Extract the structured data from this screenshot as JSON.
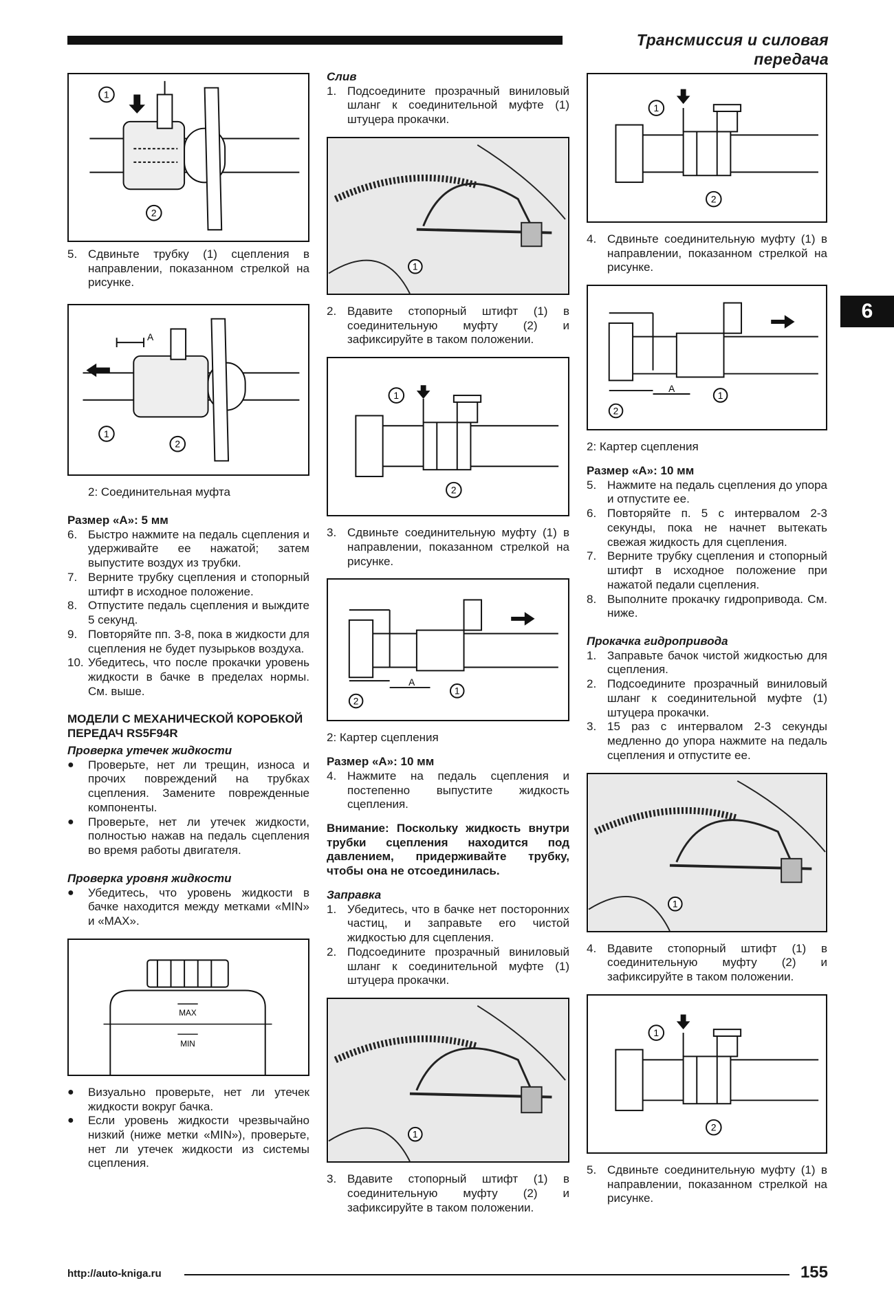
{
  "header": {
    "title": "Трансмиссия и силовая передача"
  },
  "section_tab": "6",
  "col1": {
    "step5": {
      "n": "5.",
      "text": "Сдвиньте трубку (1) сцепления в направлении, показанном стрелкой на рисунке."
    },
    "fig2_caption": "2: Соединительная муфта",
    "size_a": "Размер «А»: 5 мм",
    "steps": [
      {
        "n": "6.",
        "text": "Быстро нажмите на педаль сцепления и удерживайте ее нажатой; затем выпустите воздух из трубки."
      },
      {
        "n": "7.",
        "text": "Верните трубку сцепления и стопорный штифт в исходное положение."
      },
      {
        "n": "8.",
        "text": "Отпустите педаль сцепления и выждите 5 секунд."
      },
      {
        "n": "9.",
        "text": "Повторяйте пп. 3-8, пока в жидкости для сцепления не будет пузырьков воздуха."
      },
      {
        "n": "10.",
        "text": "Убедитесь, что после прокачки уровень жидкости в бачке в пределах нормы. См. выше."
      }
    ],
    "models_heading": "МОДЕЛИ С МЕХАНИЧЕСКОЙ КОРОБКОЙ ПЕРЕДАЧ RS5F94R",
    "leak_heading": "Проверка утечек жидкости",
    "leak_bullets": [
      "Проверьте, нет ли трещин, износа и прочих повреждений на трубках сцепления. Замените поврежденные компоненты.",
      "Проверьте, нет ли утечек жидкости, полностью нажав на педаль сцепления во время работы двигателя."
    ],
    "level_heading": "Проверка уровня жидкости",
    "level_bullets": [
      "Убедитесь, что уровень жидкости в бачке находится между метками «MIN» и «MAX»."
    ],
    "tank_max": "MAX",
    "tank_min": "MIN",
    "after_bullets": [
      "Визуально проверьте, нет ли утечек жидкости вокруг бачка.",
      "Если уровень жидкости чрезвычайно низкий (ниже метки «MIN»), проверьте, нет ли утечек жидкости из системы сцепления."
    ]
  },
  "col2": {
    "drain_heading": "Слив",
    "drain_step1": {
      "n": "1.",
      "text": "Подсоедините прозрачный виниловый шланг к соединительной муфте (1) штуцера прокачки."
    },
    "step2": {
      "n": "2.",
      "text": "Вдавите стопорный штифт (1) в соединительную муфту (2) и зафиксируйте в таком положении."
    },
    "step3": {
      "n": "3.",
      "text": "Сдвиньте соединительную муфту (1) в направлении, показанном стрелкой на рисунке."
    },
    "fig_caption": "2: Картер сцепления",
    "size_a": "Размер «А»: 10 мм",
    "step4": {
      "n": "4.",
      "text": "Нажмите на педаль сцепления и постепенно выпустите жидкость сцепления."
    },
    "warning": "Внимание: Поскольку жидкость внутри трубки сцепления находится под давлением, придерживайте трубку, чтобы она не отсоединилась.",
    "fill_heading": "Заправка",
    "fill_steps": [
      {
        "n": "1.",
        "text": "Убедитесь, что в бачке нет посторонних частиц, и заправьте его чистой жидкостью для сцепления."
      },
      {
        "n": "2.",
        "text": "Подсоедините прозрачный виниловый шланг к соединительной муфте (1) штуцера прокачки."
      }
    ],
    "fill_step3": {
      "n": "3.",
      "text": "Вдавите стопорный штифт (1) в соединительную муфту (2) и зафиксируйте в таком положении."
    }
  },
  "col3": {
    "step4": {
      "n": "4.",
      "text": "Сдвиньте соединительную муфту (1) в направлении, показанном стрелкой на рисунке."
    },
    "fig_caption": "2: Картер сцепления",
    "size_a": "Размер «А»: 10 мм",
    "steps": [
      {
        "n": "5.",
        "text": "Нажмите на педаль сцепления до упора и отпустите ее."
      },
      {
        "n": "6.",
        "text": "Повторяйте п. 5 с интервалом 2-3 секунды, пока не начнет вытекать свежая жидкость для сцепления."
      },
      {
        "n": "7.",
        "text": "Верните трубку сцепления и стопорный штифт в исходное положение при нажатой педали сцепления."
      },
      {
        "n": "8.",
        "text": "Выполните прокачку гидропривода. См. ниже."
      }
    ],
    "bleed_heading": "Прокачка гидропривода",
    "bleed_steps": [
      {
        "n": "1.",
        "text": "Заправьте бачок чистой жидкостью для сцепления."
      },
      {
        "n": "2.",
        "text": "Подсоедините прозрачный виниловый шланг к соединительной муфте (1) штуцера прокачки."
      },
      {
        "n": "3.",
        "text": "15 раз с интервалом 2-3 секунды медленно до упора нажмите на педаль сцепления и отпустите ее."
      }
    ],
    "step4b": {
      "n": "4.",
      "text": "Вдавите стопорный штифт (1) в соединительную муфту (2) и зафиксируйте в таком положении."
    },
    "step5b": {
      "n": "5.",
      "text": "Сдвиньте соединительную муфту (1) в направлении, показанном стрелкой на рисунке."
    }
  },
  "callouts": {
    "one": "1",
    "two": "2",
    "a": "A"
  },
  "footer": {
    "url": "http://auto-kniga.ru",
    "page": "155"
  }
}
